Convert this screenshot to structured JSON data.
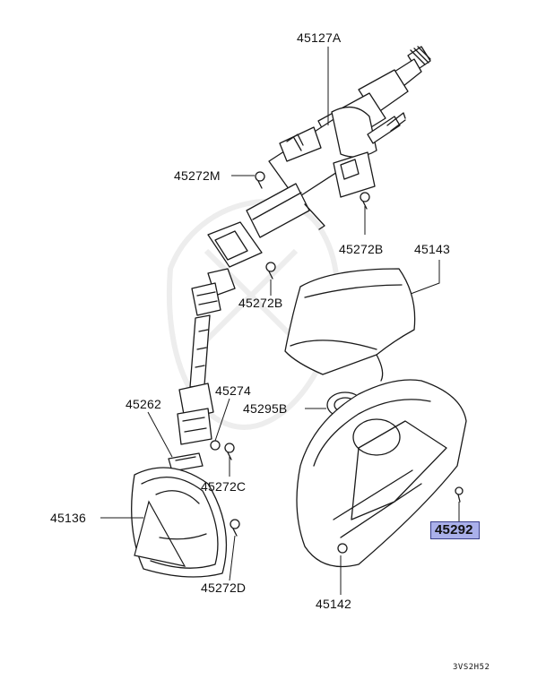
{
  "diagram": {
    "highlight_color": "#aab0ea",
    "drawing_code": "3VS2H52",
    "labels": {
      "column_assembly": "45127A",
      "screw_m": "45272M",
      "screw_b_upper": "45272B",
      "upper_cover": "45143",
      "screw_b_lower": "45272B",
      "clamp": "45274",
      "seal_ring": "45262",
      "spacer": "45295B",
      "screw_c": "45272C",
      "boot": "45136",
      "screw_d": "45272D",
      "lower_cover": "45142",
      "cover_screw": "45292"
    }
  }
}
